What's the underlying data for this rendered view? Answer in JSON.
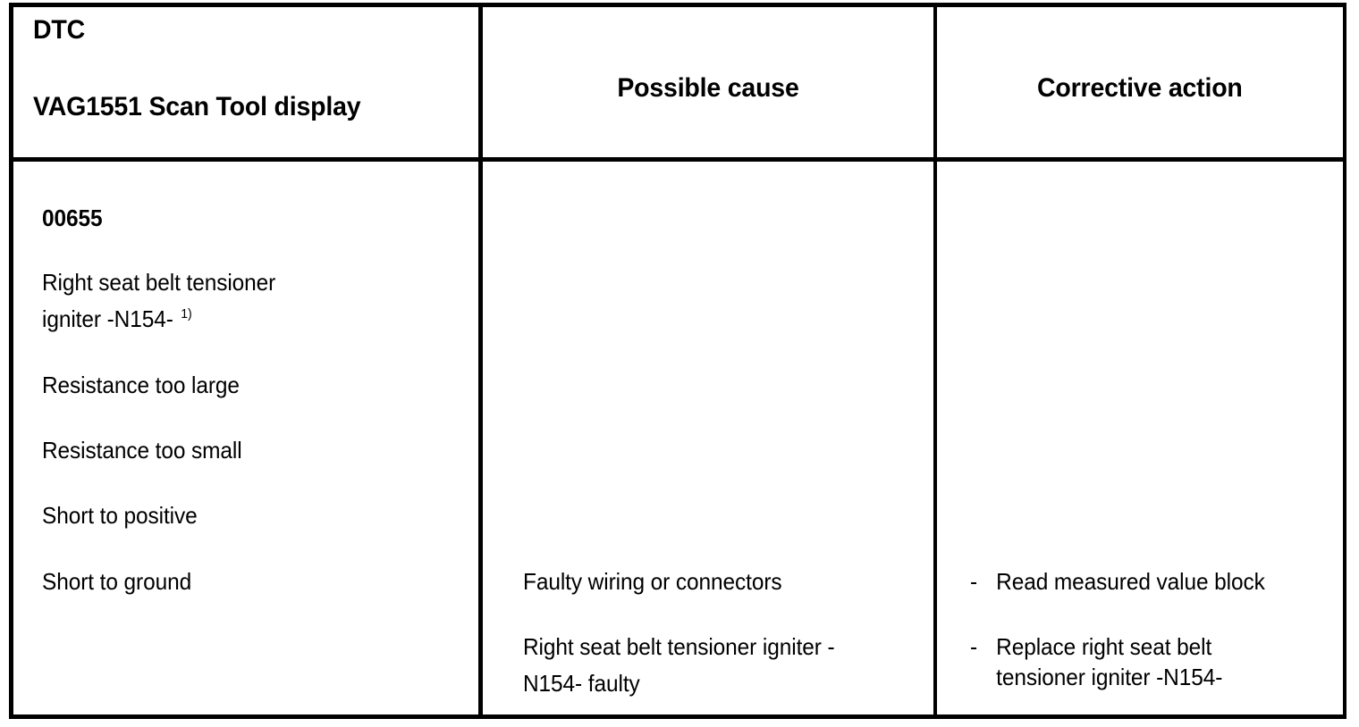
{
  "table": {
    "headers": [
      {
        "line1": "DTC",
        "line2": "VAG1551 Scan Tool display"
      },
      {
        "label": "Possible cause"
      },
      {
        "label": "Corrective action"
      }
    ],
    "row": {
      "dtc": {
        "code": "00655",
        "description_line1": "Right seat belt tensioner",
        "description_line2": "igniter -N154-",
        "footnote_marker": "1)",
        "conditions": [
          "Resistance too large",
          "Resistance too small",
          "Short to positive",
          "Short to ground"
        ]
      },
      "possible_cause": [
        {
          "line1": "Faulty wiring or connectors"
        },
        {
          "line1": "Right seat belt tensioner igniter -",
          "line2": "N154- faulty"
        }
      ],
      "corrective_action": [
        {
          "dash": "-",
          "line1": "Read measured value block"
        },
        {
          "dash": "-",
          "line1": "Replace right seat belt",
          "line2": "tensioner igniter -N154-"
        }
      ]
    }
  },
  "colors": {
    "ink": "#000000",
    "paper": "#ffffff"
  }
}
